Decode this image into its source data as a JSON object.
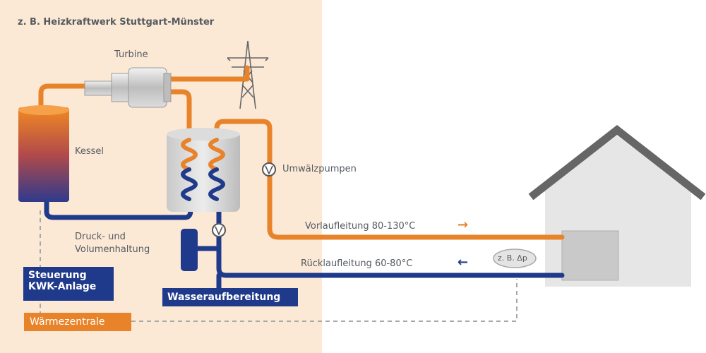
{
  "title": "z. B. Heizkraftwerk Stuttgart-Münster",
  "labels": {
    "turbine": "Turbine",
    "kessel": "Kessel",
    "umwaelzpumpen": "Umwälzpumpen",
    "druck_line1": "Druck- und",
    "druck_line2": "Volumenhaltung",
    "vorlauf": "Vorlaufleitung 80-130°C",
    "ruecklauf": "Rücklaufleitung 60-80°C",
    "zb_dp": "z. B. Δp"
  },
  "boxes": {
    "steuerung_line1": "Steuerung",
    "steuerung_line2": "KWK-Anlage",
    "wasseraufbereitung": "Wasseraufbereitung",
    "waermezentrale": "Wärmezentrale"
  },
  "arrows": {
    "vorlauf": "→",
    "ruecklauf": "←"
  },
  "colors": {
    "plant_background": "#fbe9d6",
    "supply_pipe": "#e8832a",
    "return_pipe": "#1f3a8a",
    "house": "#e6e6e6",
    "roof": "#666666"
  }
}
